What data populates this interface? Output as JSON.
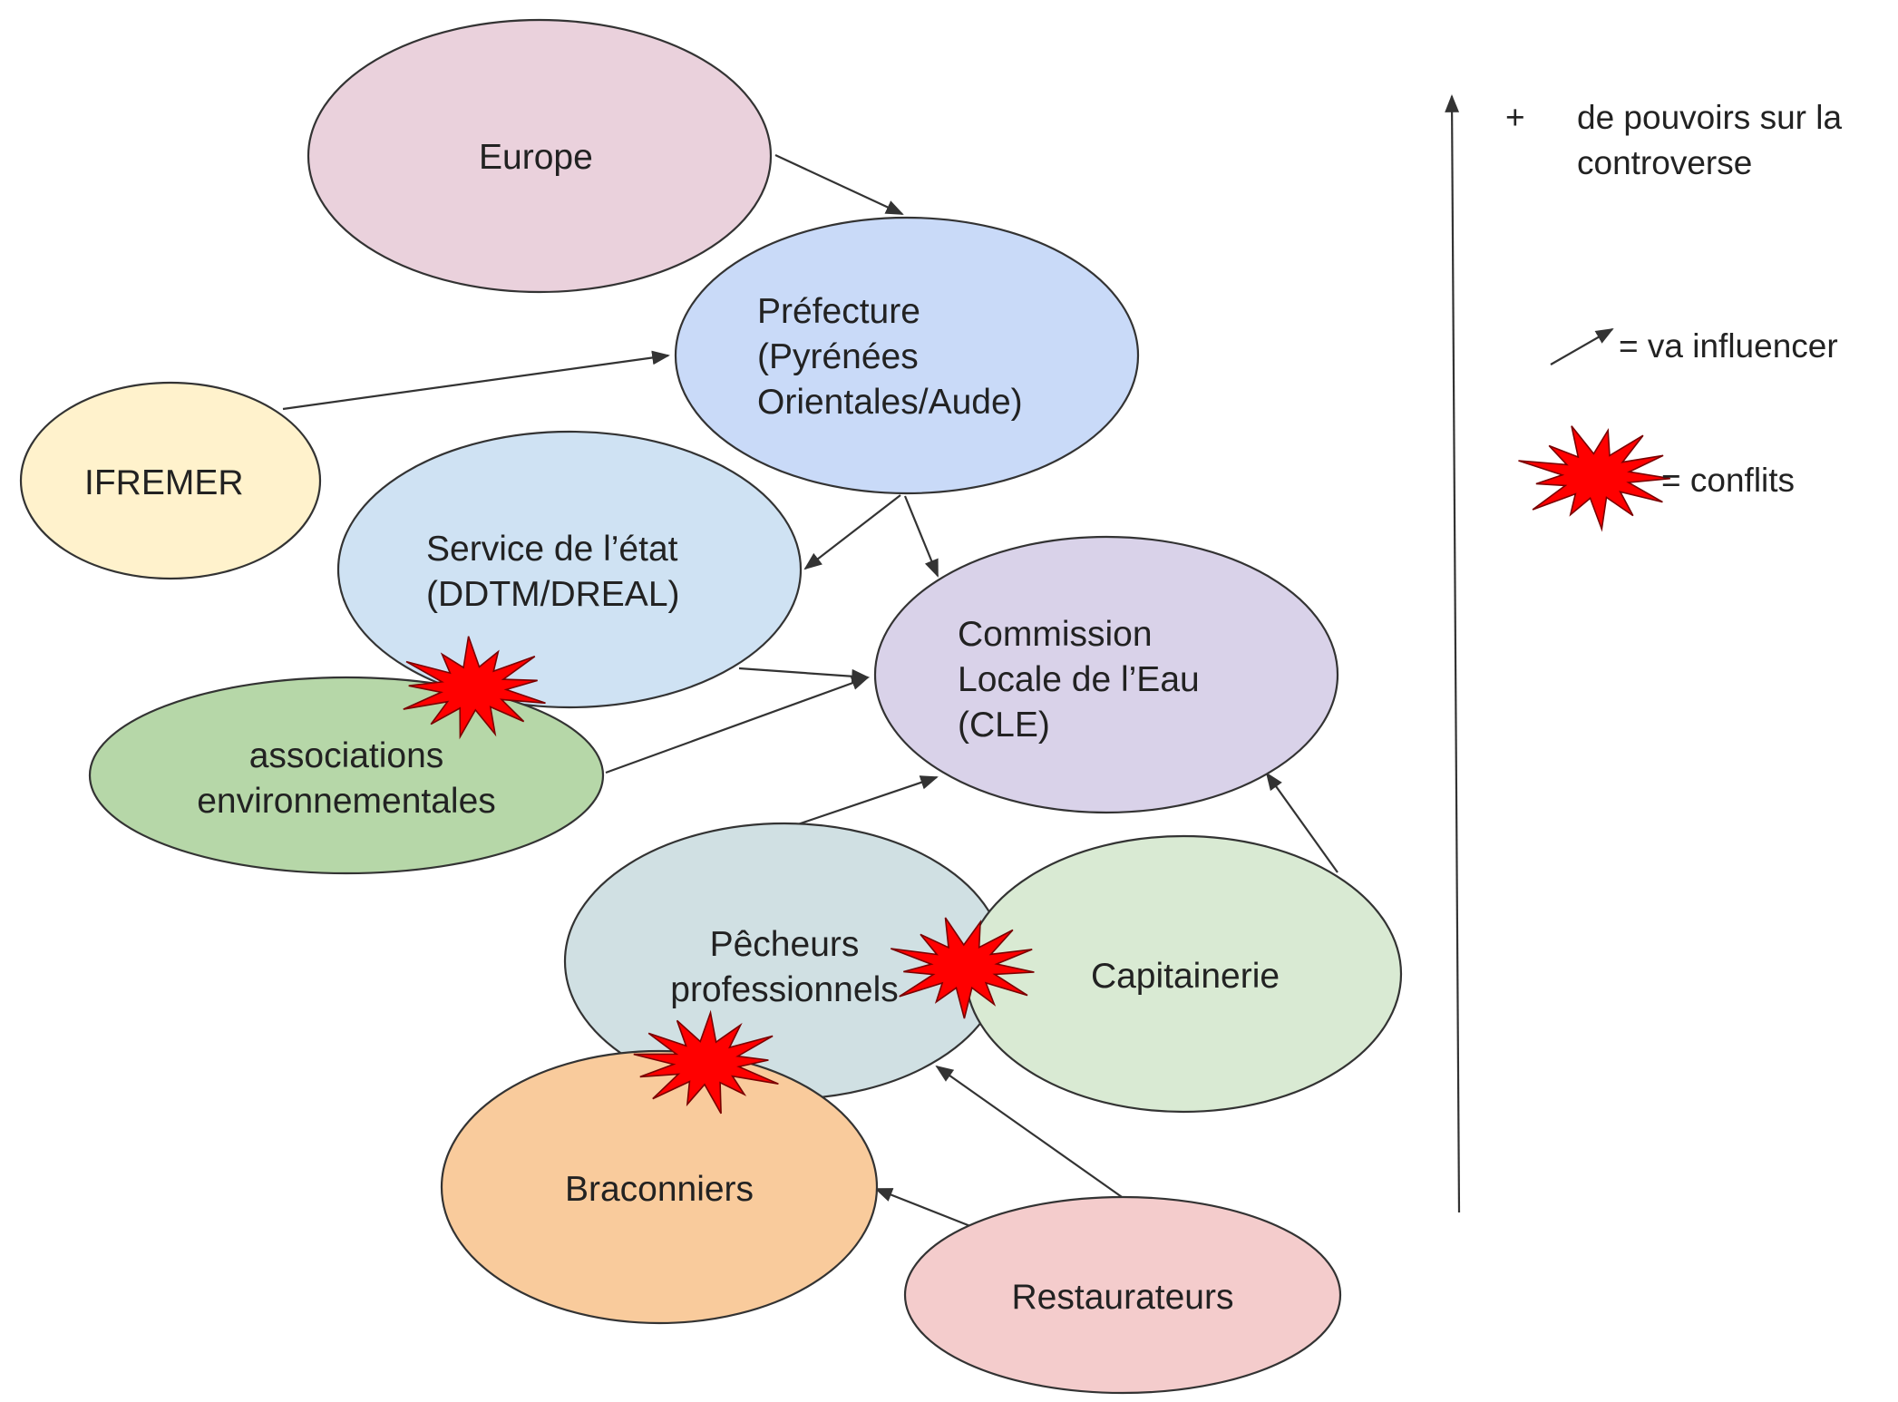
{
  "nodes": {
    "europe": {
      "lines": [
        "Europe"
      ],
      "color": "#ead1dc"
    },
    "prefecture": {
      "lines": [
        "Préfecture",
        "(Pyrénées",
        "Orientales/Aude)"
      ],
      "color": "#c9daf8"
    },
    "ifremer": {
      "lines": [
        "IFREMER"
      ],
      "color": "#fff2cc"
    },
    "service": {
      "lines": [
        "Service de l’état",
        "(DDTM/DREAL)"
      ],
      "color": "#cfe2f3"
    },
    "cle": {
      "lines": [
        "Commission",
        "Locale de l’Eau",
        "(CLE)"
      ],
      "color": "#d9d2e9"
    },
    "associations": {
      "lines": [
        "associations",
        "environnementales"
      ],
      "color": "#b6d7a8"
    },
    "pecheurs": {
      "lines": [
        "Pêcheurs",
        "professionnels"
      ],
      "color": "#d0e0e3"
    },
    "capitainerie": {
      "lines": [
        "Capitainerie"
      ],
      "color": "#d9ead3"
    },
    "braconniers": {
      "lines": [
        "Braconniers"
      ],
      "color": "#f9cb9c"
    },
    "restaurateurs": {
      "lines": [
        "Restaurateurs"
      ],
      "color": "#f4cccc"
    }
  },
  "influences": [
    {
      "from": "europe",
      "to": "prefecture"
    },
    {
      "from": "ifremer",
      "to": "prefecture"
    },
    {
      "from": "prefecture",
      "to": "service"
    },
    {
      "from": "prefecture",
      "to": "cle"
    },
    {
      "from": "service",
      "to": "cle"
    },
    {
      "from": "associations",
      "to": "cle"
    },
    {
      "from": "pecheurs",
      "to": "cle"
    },
    {
      "from": "capitainerie",
      "to": "cle"
    },
    {
      "from": "restaurateurs",
      "to": "pecheurs"
    },
    {
      "from": "restaurateurs",
      "to": "braconniers"
    }
  ],
  "conflicts": [
    {
      "between": [
        "service",
        "associations"
      ]
    },
    {
      "between": [
        "pecheurs",
        "capitainerie"
      ]
    },
    {
      "between": [
        "pecheurs",
        "braconniers"
      ]
    }
  ],
  "legend": {
    "power_axis": {
      "symbol": "+",
      "label_lines": [
        "de pouvoirs sur la",
        "controverse"
      ]
    },
    "influence": {
      "label": "= va influencer"
    },
    "conflict": {
      "label": "= conflits"
    }
  },
  "colors": {
    "conflict": "#ff0000",
    "stroke": "#333333"
  }
}
